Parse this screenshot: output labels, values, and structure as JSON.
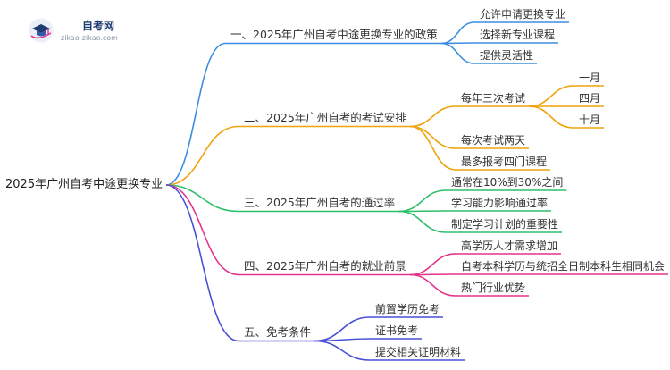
{
  "logo": {
    "name": "自考网",
    "domain": "zikao-zikao.com"
  },
  "root": "2025年广州自考中途更换专业",
  "colors": {
    "blue": "#3b8de0",
    "orange": "#f0a30a",
    "green": "#2cbf6a",
    "magenta": "#e5338a",
    "indigo": "#4a4fd8"
  },
  "branches": [
    {
      "label": "一、2025年广州自考中途更换专业的政策",
      "color": "blue",
      "children": [
        {
          "label": "允许申请更换专业"
        },
        {
          "label": "选择新专业课程"
        },
        {
          "label": "提供灵活性"
        }
      ]
    },
    {
      "label": "二、2025年广州自考的考试安排",
      "color": "orange",
      "children": [
        {
          "label": "每年三次考试",
          "children": [
            {
              "label": "一月"
            },
            {
              "label": "四月"
            },
            {
              "label": "十月"
            }
          ]
        },
        {
          "label": "每次考试两天"
        },
        {
          "label": "最多报考四门课程"
        }
      ]
    },
    {
      "label": "三、2025年广州自考的通过率",
      "color": "green",
      "children": [
        {
          "label": "通常在10%到30%之间"
        },
        {
          "label": "学习能力影响通过率"
        },
        {
          "label": "制定学习计划的重要性"
        }
      ]
    },
    {
      "label": "四、2025年广州自考的就业前景",
      "color": "magenta",
      "children": [
        {
          "label": "高学历人才需求增加"
        },
        {
          "label": "自考本科学历与统招全日制本科生相同机会"
        },
        {
          "label": "热门行业优势"
        }
      ]
    },
    {
      "label": "五、免考条件",
      "color": "indigo",
      "children": [
        {
          "label": "前置学历免考"
        },
        {
          "label": "证书免考"
        },
        {
          "label": "提交相关证明材料"
        }
      ]
    }
  ]
}
